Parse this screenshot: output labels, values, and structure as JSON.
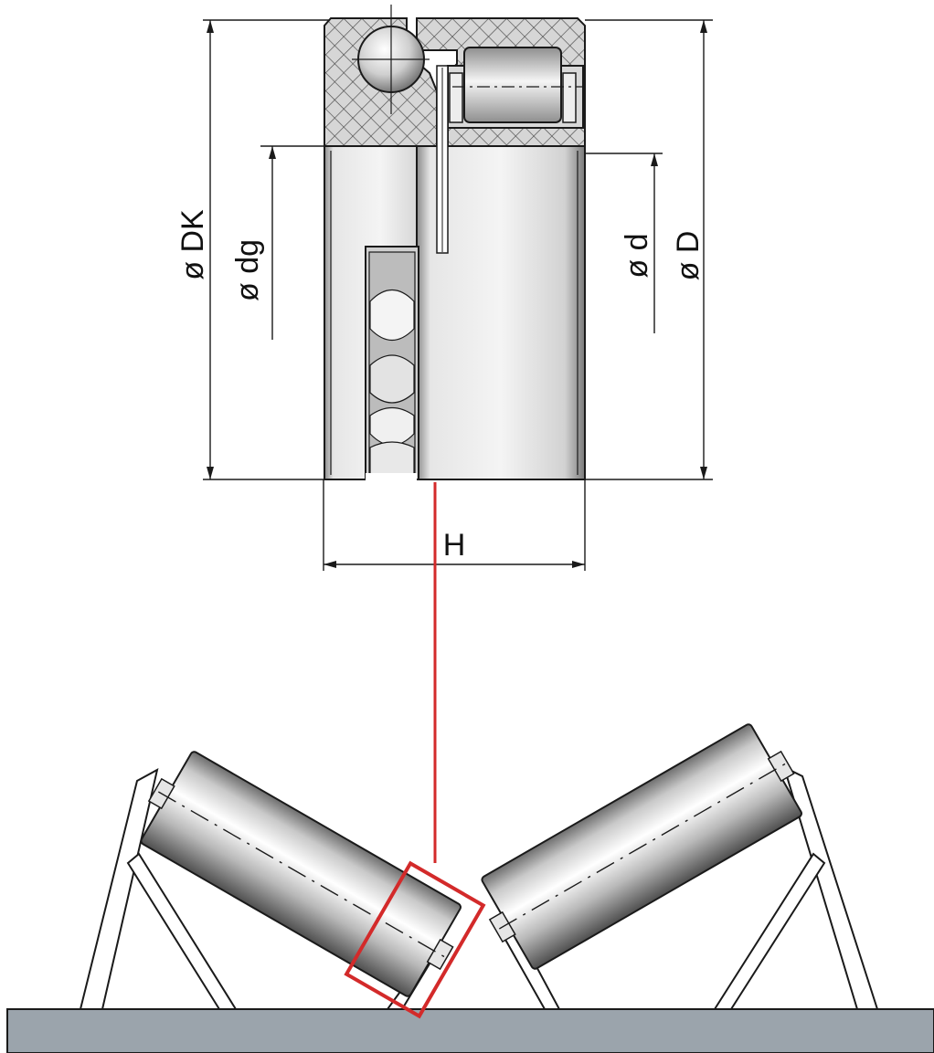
{
  "labels": {
    "dk": "ø DK",
    "dg": "ø dg",
    "d": "ø d",
    "D": "ø D",
    "H": "H"
  },
  "colors": {
    "highlight": "#d32a2a",
    "section_fill": "#d8d8d8",
    "steel_light": "#f2f2f2",
    "steel_mid": "#bdbdbd",
    "steel_dark": "#6f6f6f",
    "base": "#9ba4ac",
    "line": "#1a1a1a"
  }
}
